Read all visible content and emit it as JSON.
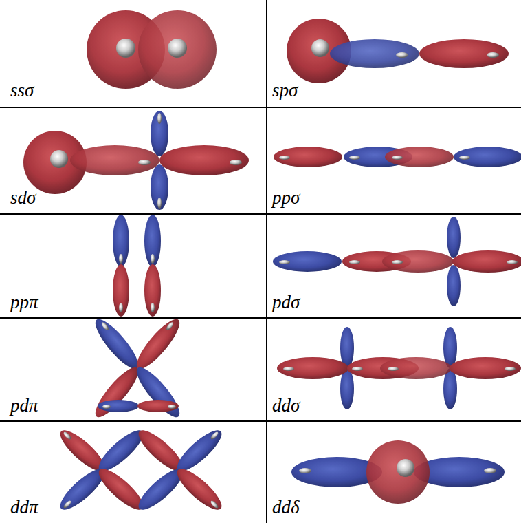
{
  "diagram": {
    "labels": [
      "ssσ",
      "spσ",
      "sdσ",
      "ppσ",
      "ppπ",
      "pdσ",
      "pdπ",
      "ddσ",
      "ddπ",
      "ddδ"
    ]
  }
}
